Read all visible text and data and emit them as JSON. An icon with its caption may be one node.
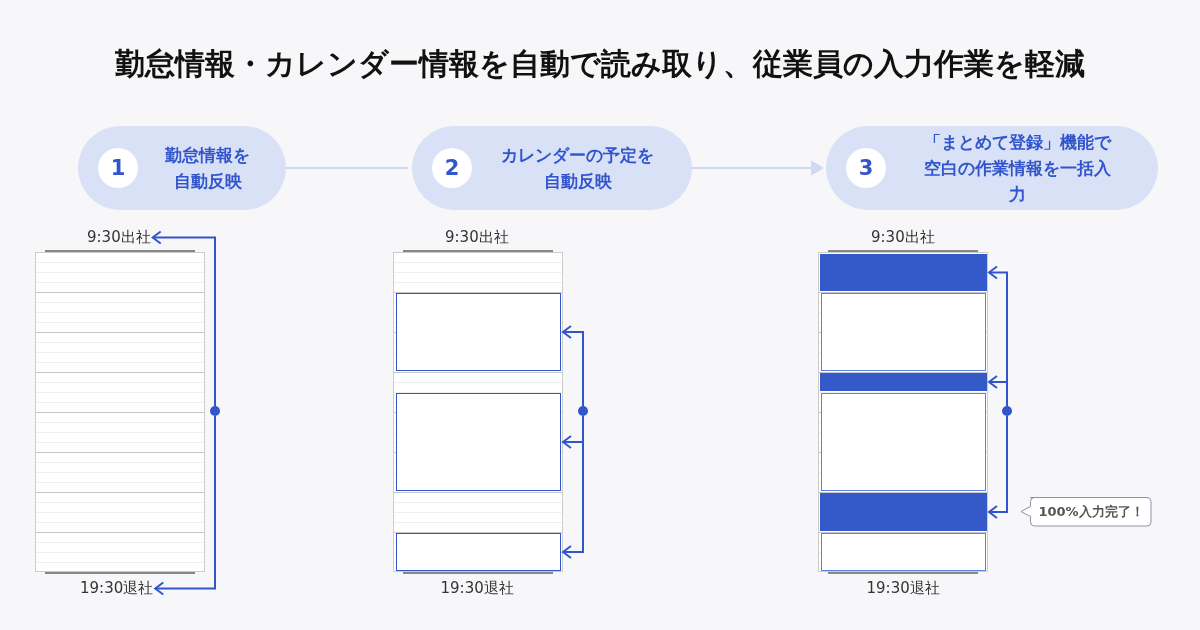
{
  "diagram": {
    "title": "勤怠情報・カレンダー情報を自動で読み取り、従業員の入力作業を軽減",
    "nodes": [
      {
        "text": [
          "1",
          "勤怠情報を自動反映"
        ]
      },
      {
        "text": [
          "2",
          "カレンダーの予定を自動反映"
        ]
      },
      {
        "text": [
          "3",
          "「まとめて登録」機能で空白の作業情報を一括入力"
        ]
      },
      {
        "text": [
          "9:30出社"
        ]
      },
      {
        "text": [],
        "shape": "box"
      },
      {
        "text": [
          "19:30退社"
        ]
      },
      {
        "text": [],
        "shape": "circle"
      },
      {
        "text": [],
        "shape": "box"
      },
      {
        "text": [],
        "shape": "box",
        "in": 7
      },
      {
        "text": [],
        "shape": "box",
        "in": 7
      },
      {
        "text": [],
        "shape": "box",
        "in": 7
      },
      {
        "text": [],
        "shape": "circle"
      },
      {
        "text": [],
        "shape": "box"
      },
      {
        "text": [],
        "shape": "box",
        "in": 12
      },
      {
        "text": [],
        "shape": "box",
        "in": 12
      },
      {
        "text": [],
        "shape": "box",
        "in": 12
      },
      {
        "text": [],
        "shape": "box",
        "in": 12
      },
      {
        "text": [],
        "shape": "box",
        "in": 12
      },
      {
        "text": [],
        "shape": "box",
        "in": 12
      },
      {
        "text": [],
        "shape": "circle"
      },
      {
        "text": [
          "100%入力完了！"
        ]
      }
    ],
    "edges": [
      {
        "from": 0,
        "to": 1,
        "arrow": "none",
        "color": "#d0d9f2"
      },
      {
        "from": 1,
        "to": 2,
        "arrow": "to",
        "color": "#d0d9f2"
      },
      {
        "from": 6,
        "to": 3,
        "arrow": "to"
      },
      {
        "from": 6,
        "to": 5,
        "arrow": "to"
      },
      {
        "from": 11,
        "to": 8,
        "arrow": "to"
      },
      {
        "from": 11,
        "to": 9,
        "arrow": "to"
      },
      {
        "from": 11,
        "to": 10,
        "arrow": "to"
      },
      {
        "from": 19,
        "to": 13,
        "arrow": "to"
      },
      {
        "from": 19,
        "to": 15,
        "arrow": "to"
      },
      {
        "from": 19,
        "to": 17,
        "arrow": "to"
      }
    ],
    "labels": [
      "9:30出社",
      "9:30出社",
      "19:30退社",
      "19:30退社"
    ]
  }
}
